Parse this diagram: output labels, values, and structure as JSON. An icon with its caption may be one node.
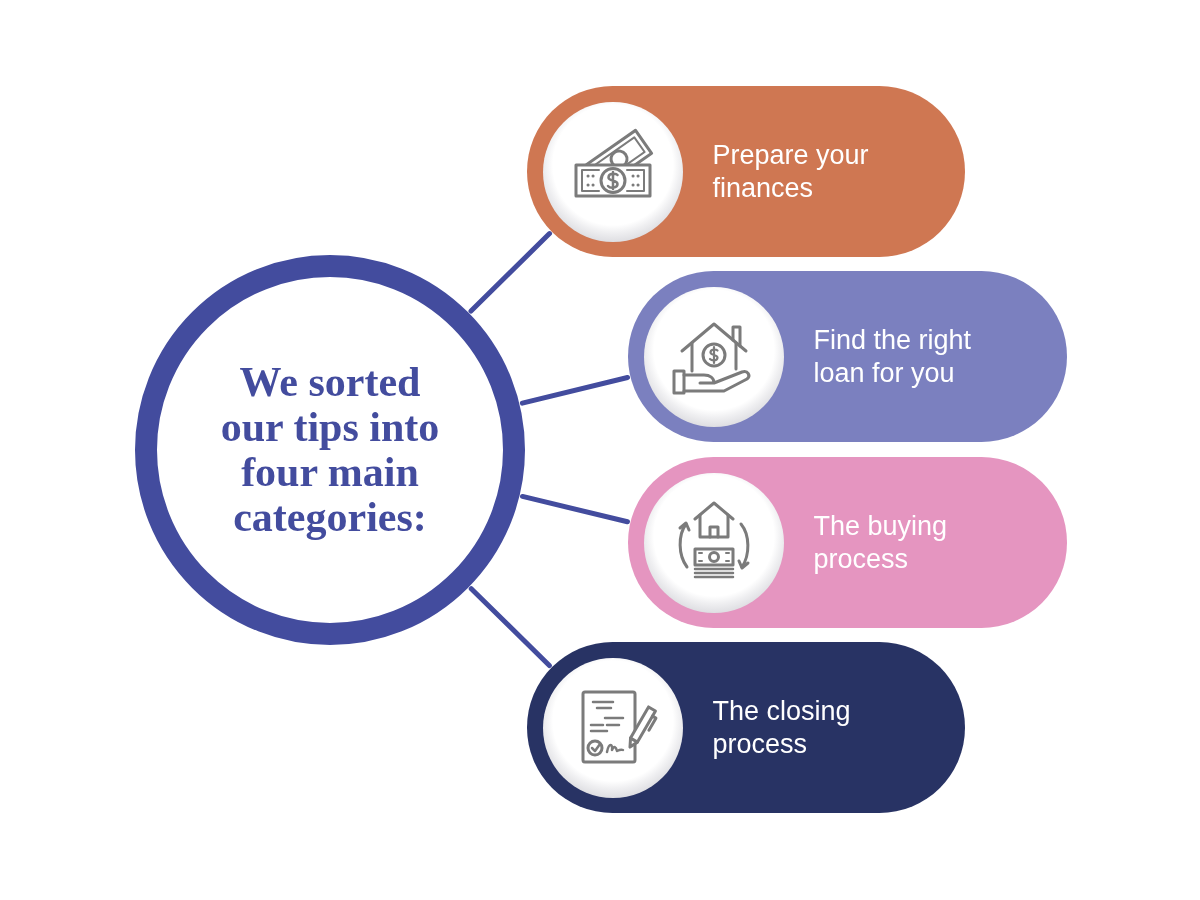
{
  "diagram": {
    "nodes": [
      {
        "text": [
          "We sorted our tips into four main categories:"
        ]
      },
      {
        "text": [
          "Prepare your finances"
        ]
      },
      {
        "text": [
          "Find the right loan for you"
        ]
      },
      {
        "text": [
          "The buying process"
        ]
      },
      {
        "text": [
          "The closing process"
        ]
      }
    ],
    "edges": [
      {
        "from": 0,
        "to": 1,
        "arrow": "none"
      },
      {
        "from": 0,
        "to": 2,
        "arrow": "none"
      },
      {
        "from": 0,
        "to": 3,
        "arrow": "none"
      },
      {
        "from": 0,
        "to": 4,
        "arrow": "none"
      }
    ]
  }
}
